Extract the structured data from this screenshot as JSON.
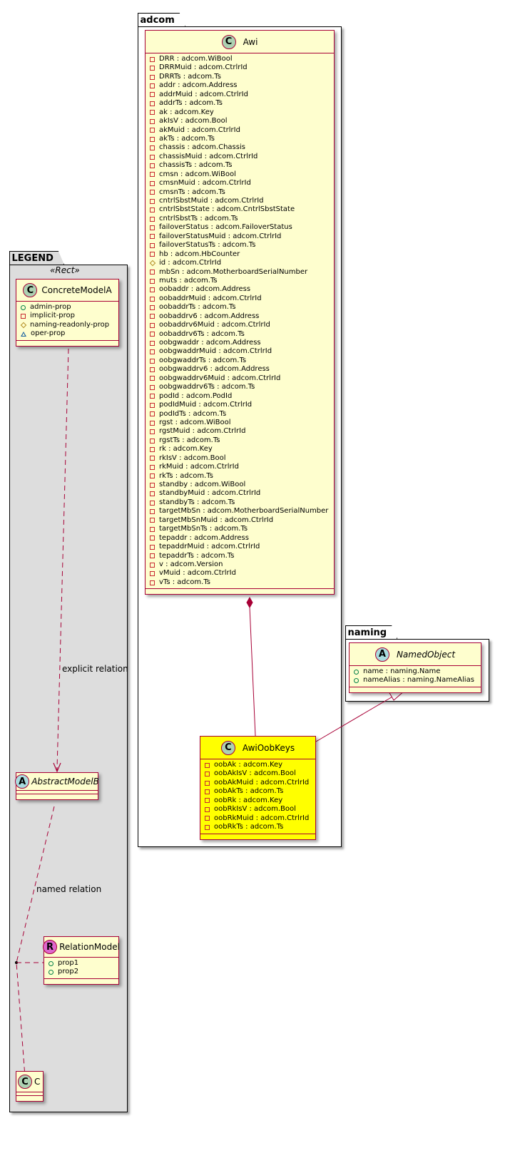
{
  "packages": {
    "legend": {
      "name": "LEGEND",
      "stereotype": "«Rect»"
    },
    "adcom": {
      "name": "adcom"
    },
    "naming": {
      "name": "naming"
    }
  },
  "legend_classes": {
    "concrete": {
      "name": "ConcreteModelA",
      "kind": "C",
      "attributes": [
        {
          "vis": "public",
          "text": "admin-prop"
        },
        {
          "vis": "private",
          "text": "implicit-prop"
        },
        {
          "vis": "protected",
          "text": "naming-readonly-prop"
        },
        {
          "vis": "package",
          "text": "oper-prop"
        }
      ]
    },
    "abstract": {
      "name": "AbstractModelB",
      "kind": "A"
    },
    "relation": {
      "name": "RelationModel",
      "kind": "R",
      "attributes": [
        {
          "vis": "public",
          "text": "prop1"
        },
        {
          "vis": "public",
          "text": "prop2"
        }
      ]
    },
    "c": {
      "name": "C",
      "kind": "C"
    }
  },
  "relations": {
    "explicit": "explicit relation",
    "named": "named relation"
  },
  "awi": {
    "name": "Awi",
    "kind": "C",
    "attributes": [
      {
        "vis": "private",
        "text": "DRR : adcom.WiBool"
      },
      {
        "vis": "private",
        "text": "DRRMuid : adcom.CtrlrId"
      },
      {
        "vis": "private",
        "text": "DRRTs : adcom.Ts"
      },
      {
        "vis": "private",
        "text": "addr : adcom.Address"
      },
      {
        "vis": "private",
        "text": "addrMuid : adcom.CtrlrId"
      },
      {
        "vis": "private",
        "text": "addrTs : adcom.Ts"
      },
      {
        "vis": "private",
        "text": "ak : adcom.Key"
      },
      {
        "vis": "private",
        "text": "akIsV : adcom.Bool"
      },
      {
        "vis": "private",
        "text": "akMuid : adcom.CtrlrId"
      },
      {
        "vis": "private",
        "text": "akTs : adcom.Ts"
      },
      {
        "vis": "private",
        "text": "chassis : adcom.Chassis"
      },
      {
        "vis": "private",
        "text": "chassisMuid : adcom.CtrlrId"
      },
      {
        "vis": "private",
        "text": "chassisTs : adcom.Ts"
      },
      {
        "vis": "private",
        "text": "cmsn : adcom.WiBool"
      },
      {
        "vis": "private",
        "text": "cmsnMuid : adcom.CtrlrId"
      },
      {
        "vis": "private",
        "text": "cmsnTs : adcom.Ts"
      },
      {
        "vis": "private",
        "text": "cntrlSbstMuid : adcom.CtrlrId"
      },
      {
        "vis": "private",
        "text": "cntrlSbstState : adcom.CntrlSbstState"
      },
      {
        "vis": "private",
        "text": "cntrlSbstTs : adcom.Ts"
      },
      {
        "vis": "private",
        "text": "failoverStatus : adcom.FailoverStatus"
      },
      {
        "vis": "private",
        "text": "failoverStatusMuid : adcom.CtrlrId"
      },
      {
        "vis": "private",
        "text": "failoverStatusTs : adcom.Ts"
      },
      {
        "vis": "private",
        "text": "hb : adcom.HbCounter"
      },
      {
        "vis": "protected",
        "text": "id : adcom.CtrlrId"
      },
      {
        "vis": "private",
        "text": "mbSn : adcom.MotherboardSerialNumber"
      },
      {
        "vis": "private",
        "text": "muts : adcom.Ts"
      },
      {
        "vis": "private",
        "text": "oobaddr : adcom.Address"
      },
      {
        "vis": "private",
        "text": "oobaddrMuid : adcom.CtrlrId"
      },
      {
        "vis": "private",
        "text": "oobaddrTs : adcom.Ts"
      },
      {
        "vis": "private",
        "text": "oobaddrv6 : adcom.Address"
      },
      {
        "vis": "private",
        "text": "oobaddrv6Muid : adcom.CtrlrId"
      },
      {
        "vis": "private",
        "text": "oobaddrv6Ts : adcom.Ts"
      },
      {
        "vis": "private",
        "text": "oobgwaddr : adcom.Address"
      },
      {
        "vis": "private",
        "text": "oobgwaddrMuid : adcom.CtrlrId"
      },
      {
        "vis": "private",
        "text": "oobgwaddrTs : adcom.Ts"
      },
      {
        "vis": "private",
        "text": "oobgwaddrv6 : adcom.Address"
      },
      {
        "vis": "private",
        "text": "oobgwaddrv6Muid : adcom.CtrlrId"
      },
      {
        "vis": "private",
        "text": "oobgwaddrv6Ts : adcom.Ts"
      },
      {
        "vis": "private",
        "text": "podId : adcom.PodId"
      },
      {
        "vis": "private",
        "text": "podIdMuid : adcom.CtrlrId"
      },
      {
        "vis": "private",
        "text": "podIdTs : adcom.Ts"
      },
      {
        "vis": "private",
        "text": "rgst : adcom.WiBool"
      },
      {
        "vis": "private",
        "text": "rgstMuid : adcom.CtrlrId"
      },
      {
        "vis": "private",
        "text": "rgstTs : adcom.Ts"
      },
      {
        "vis": "private",
        "text": "rk : adcom.Key"
      },
      {
        "vis": "private",
        "text": "rkIsV : adcom.Bool"
      },
      {
        "vis": "private",
        "text": "rkMuid : adcom.CtrlrId"
      },
      {
        "vis": "private",
        "text": "rkTs : adcom.Ts"
      },
      {
        "vis": "private",
        "text": "standby : adcom.WiBool"
      },
      {
        "vis": "private",
        "text": "standbyMuid : adcom.CtrlrId"
      },
      {
        "vis": "private",
        "text": "standbyTs : adcom.Ts"
      },
      {
        "vis": "private",
        "text": "targetMbSn : adcom.MotherboardSerialNumber"
      },
      {
        "vis": "private",
        "text": "targetMbSnMuid : adcom.CtrlrId"
      },
      {
        "vis": "private",
        "text": "targetMbSnTs : adcom.Ts"
      },
      {
        "vis": "private",
        "text": "tepaddr : adcom.Address"
      },
      {
        "vis": "private",
        "text": "tepaddrMuid : adcom.CtrlrId"
      },
      {
        "vis": "private",
        "text": "tepaddrTs : adcom.Ts"
      },
      {
        "vis": "private",
        "text": "v : adcom.Version"
      },
      {
        "vis": "private",
        "text": "vMuid : adcom.CtrlrId"
      },
      {
        "vis": "private",
        "text": "vTs : adcom.Ts"
      }
    ]
  },
  "awiOobKeys": {
    "name": "AwiOobKeys",
    "kind": "C",
    "highlight": "#ffff00",
    "attributes": [
      {
        "vis": "private",
        "text": "oobAk : adcom.Key"
      },
      {
        "vis": "private",
        "text": "oobAkIsV : adcom.Bool"
      },
      {
        "vis": "private",
        "text": "oobAkMuid : adcom.CtrlrId"
      },
      {
        "vis": "private",
        "text": "oobAkTs : adcom.Ts"
      },
      {
        "vis": "private",
        "text": "oobRk : adcom.Key"
      },
      {
        "vis": "private",
        "text": "oobRkIsV : adcom.Bool"
      },
      {
        "vis": "private",
        "text": "oobRkMuid : adcom.CtrlrId"
      },
      {
        "vis": "private",
        "text": "oobRkTs : adcom.Ts"
      }
    ]
  },
  "namedObject": {
    "name": "NamedObject",
    "kind": "A",
    "attributes": [
      {
        "vis": "public",
        "text": "name : naming.Name"
      },
      {
        "vis": "public",
        "text": "nameAlias : naming.NameAlias"
      }
    ]
  },
  "colors": {
    "class_fill": "#fefece",
    "class_border": "#a80036",
    "highlight_fill": "#ffff00",
    "legend_bg": "#dddddd",
    "relation_line": "#a80036"
  }
}
